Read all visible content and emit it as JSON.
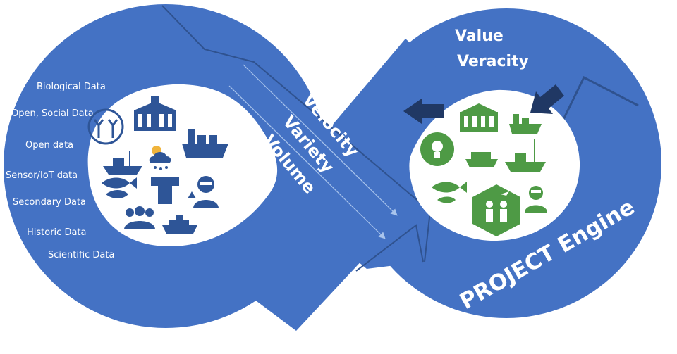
{
  "colors": {
    "loop_fill": "#4472c4",
    "loop_edge": "#2f528f",
    "accent_dark": "#1f3a63",
    "icon_blue": "#2e5597",
    "icon_green": "#4e9a45",
    "arrow_navy": "#203864",
    "inner_bg": "#ffffff"
  },
  "left_sources": [
    "Biological Data",
    "Open, Social Data",
    "Open data",
    "Sensor/IoT data",
    "Secondary Data",
    "Historic Data",
    "Scientific Data"
  ],
  "flow_labels": [
    "Velocity",
    "Variety",
    "Volume"
  ],
  "right_labels": [
    "Value",
    "Veracity"
  ],
  "engine_label": "PROJECT Engine",
  "left_icons": [
    "university-building-icon",
    "antenna-sign-icon",
    "cargo-ship-icon",
    "fishing-boat-icon",
    "weather-cloud-icon",
    "fish-icon",
    "pipe-icon",
    "scientist-icon",
    "people-group-icon",
    "cruise-ship-icon"
  ],
  "right_icons": [
    "university-building-icon",
    "cargo-ship-icon",
    "lightbulb-head-icon",
    "ferry-ship-icon",
    "fishing-boat-icon",
    "fish-icon",
    "travel-family-icon",
    "scientist-icon"
  ]
}
